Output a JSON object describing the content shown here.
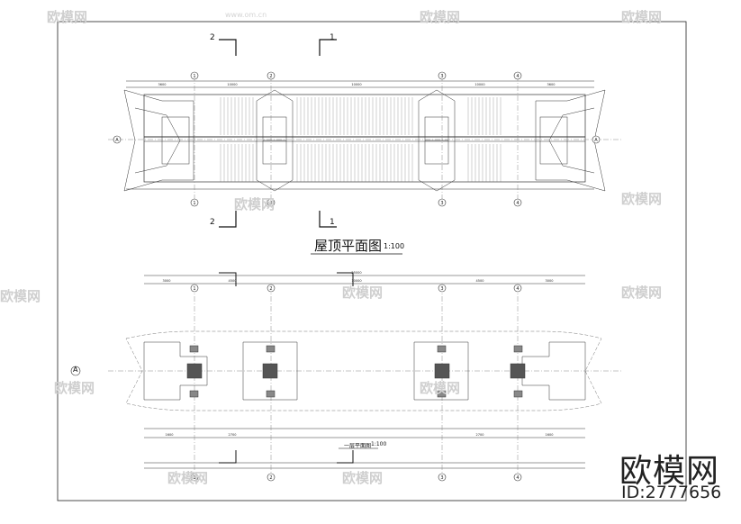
{
  "drawing": {
    "roof_plan_title": "屋顶平面图",
    "roof_plan_scale": "1:100",
    "floor_plan_title": "一层平面图",
    "floor_plan_scale": "1:100",
    "axes_numbers": [
      "1",
      "2",
      "3",
      "4"
    ],
    "axis_letter": "A",
    "section_marks": [
      "1",
      "2"
    ],
    "roof_dims_top": [
      "3600",
      "10000",
      "10000",
      "10000",
      "3600"
    ],
    "floor_dims_top": [
      "3000",
      "4500",
      "10000",
      "4500",
      "3000"
    ],
    "floor_overall": "25000",
    "floor_dims_bottom": [
      "1600",
      "2700",
      "2700",
      "1600"
    ]
  },
  "watermark": {
    "brand": "欧模网",
    "site": "www.om.cn",
    "id_label": "ID:2777656"
  },
  "colors": {
    "line": "#222222",
    "watermark": "#cfcfcf",
    "background": "#ffffff"
  }
}
